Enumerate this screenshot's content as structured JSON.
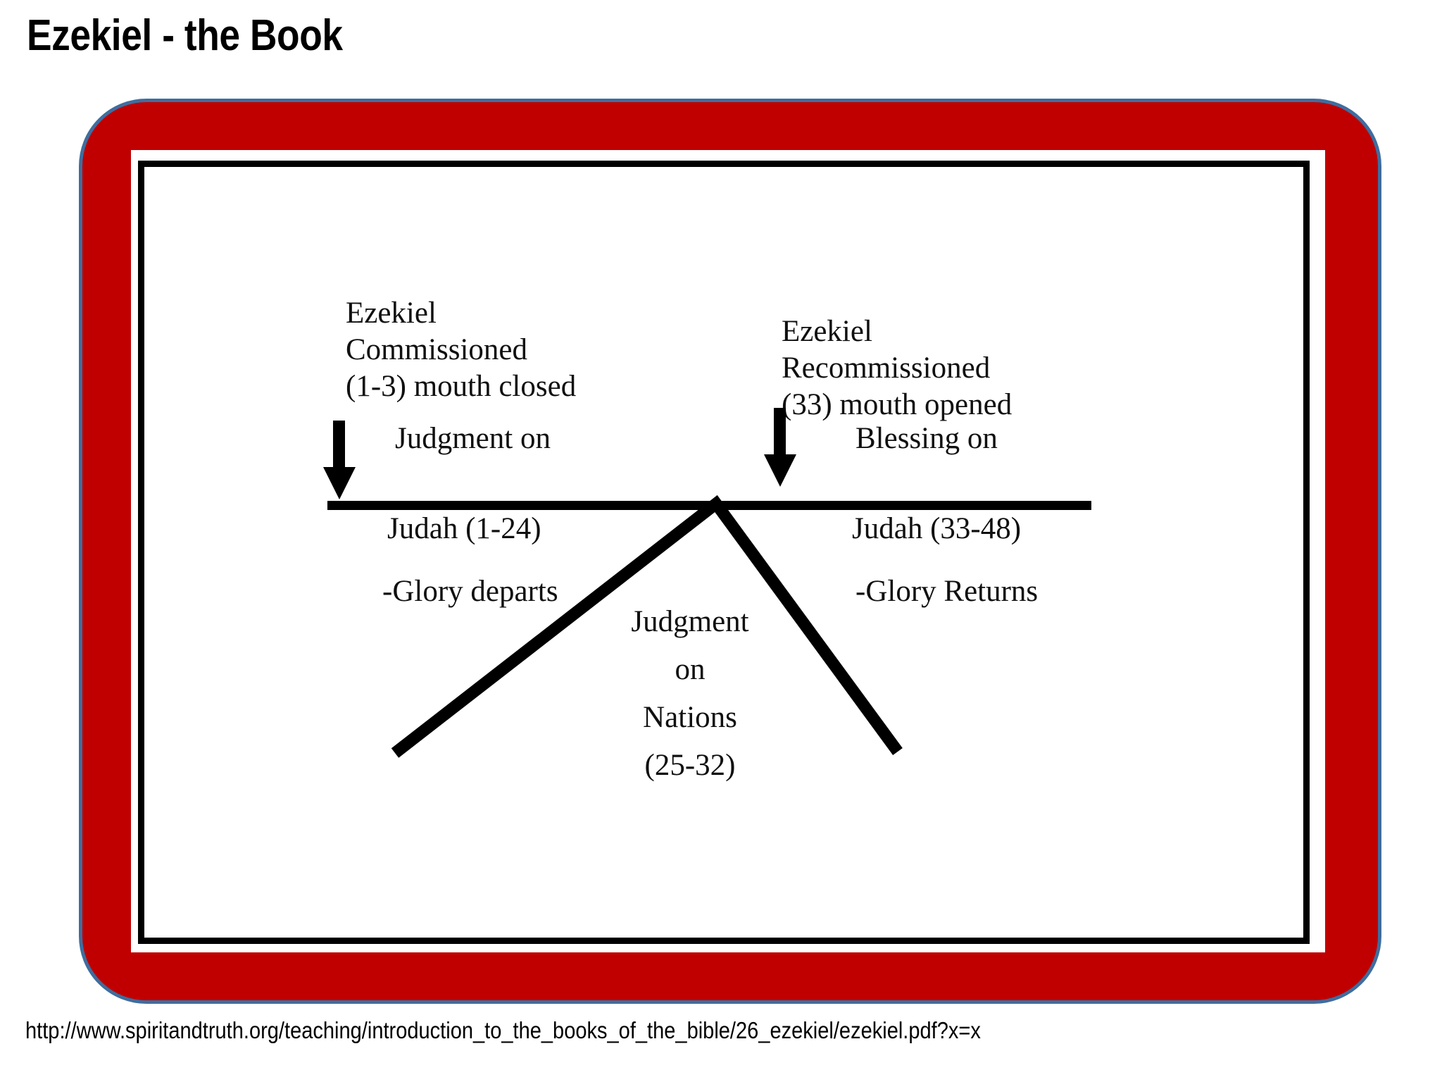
{
  "slide": {
    "title": "Ezekiel - the Book",
    "footer_url": "http://www.spiritandtruth.org/teaching/introduction_to_the_books_of_the_bible/26_ezekiel/ezekiel.pdf?x=x"
  },
  "colors": {
    "frame_fill": "#C00000",
    "frame_border": "#3F6D9E",
    "mat": "#FFFFFF",
    "diagram_line": "#000000",
    "diagram_text": "#101010",
    "page_background": "#FFFFFF"
  },
  "diagram": {
    "labels": {
      "commissioned": "Ezekiel\nCommissioned\n(1-3) mouth closed",
      "recommissioned": "Ezekiel\nRecommissioned\n(33) mouth opened",
      "judgment_on": "Judgment on",
      "blessing_on": "Blessing on",
      "judah_left": "Judah (1-24)",
      "judah_right": "Judah (33-48)",
      "glory_departs": "-Glory departs",
      "glory_returns": "-Glory Returns",
      "judgment_on_nations": "Judgment\non\nNations\n(25-32)"
    },
    "shapes": {
      "timeline_bar": "horizontal-rule",
      "left_arrow": "down-arrow",
      "right_arrow": "down-arrow",
      "center_peak": "inverted-v-chevron"
    }
  }
}
